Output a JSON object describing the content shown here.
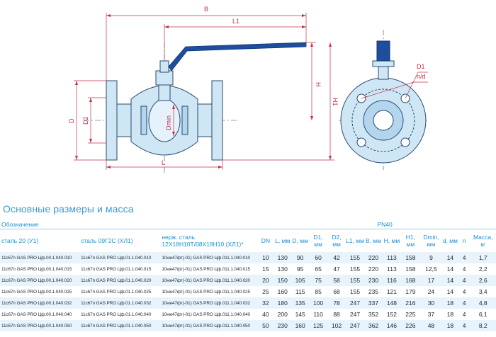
{
  "drawing": {
    "labels": {
      "B": "B",
      "L1": "L1",
      "H": "H",
      "H1": "H1",
      "D": "D",
      "D2": "D2",
      "Dmin": "Dmin",
      "L": "L",
      "D1": "D1",
      "nd": "n/d"
    },
    "colors": {
      "body": "#cfe6f5",
      "outline": "#2a4a70",
      "dimension": "#c2324a",
      "handle": "#1d4f9e"
    }
  },
  "heading": "Основные размеры и масса",
  "table": {
    "designation_label": "Обозначение",
    "pressure_label": "PN40",
    "col_headers": [
      "сталь 20 (У1)",
      "сталь 09Г2С (ХЛ1)",
      "нерж. сталь 12Х18Н10Т/08Х18Н10 (ХЛ1)*",
      "DN",
      "L, мм",
      "D, мм",
      "D1, мм",
      "D2, мм",
      "L1, мм",
      "B, мм",
      "H, мм",
      "H1, мм",
      "Dmin, мм",
      "d, мм",
      "n",
      "Масса, кг"
    ],
    "rows": [
      [
        "11с67п GAS PRO Цф.00.1.040.010",
        "11с67п GAS PRO Цф.01.1.040.010",
        "10нж47фт(-01) GAS PRO Цф.011.1.040.010",
        "10",
        "130",
        "90",
        "60",
        "42",
        "155",
        "220",
        "113",
        "158",
        "9",
        "14",
        "4",
        "1,7"
      ],
      [
        "11с67п GAS PRO Цф.00.1.040.015",
        "11с67п GAS PRO Цф.01.1.040.015",
        "10нж47фт(-01) GAS PRO Цф.011.1.040.015",
        "15",
        "130",
        "95",
        "65",
        "47",
        "155",
        "220",
        "113",
        "158",
        "12,5",
        "14",
        "4",
        "2,2"
      ],
      [
        "11с67п GAS PRO Цф.00.1.040.020",
        "11с67п GAS PRO Цф.01.1.040.020",
        "10нж47фт(-01) GAS PRO Цф.011.1.040.020",
        "20",
        "150",
        "105",
        "75",
        "58",
        "155",
        "230",
        "116",
        "168",
        "17",
        "14",
        "4",
        "2,6"
      ],
      [
        "11с67п GAS PRO Цф.00.1.040.025",
        "11с67п GAS PRO Цф.01.1.040.025",
        "10нж47фт(-01) GAS PRO Цф.011.1.040.025",
        "25",
        "160",
        "115",
        "85",
        "68",
        "155",
        "235",
        "121",
        "179",
        "24",
        "14",
        "4",
        "3,4"
      ],
      [
        "11с67п GAS PRO Цф.00.1.040.032",
        "11с67п GAS PRO Цф.01.1.040.032",
        "10нж47фт(-01) GAS PRO Цф.011.1.040.032",
        "32",
        "180",
        "135",
        "100",
        "78",
        "247",
        "337",
        "148",
        "216",
        "30",
        "18",
        "4",
        "4,8"
      ],
      [
        "11с67п GAS PRO Цф.00.1.040.040",
        "11с67п GAS PRO Цф.01.1.040.040",
        "10нж47фт(-01) GAS PRO Цф.011.1.040.040",
        "40",
        "200",
        "145",
        "110",
        "88",
        "247",
        "352",
        "152",
        "225",
        "37",
        "18",
        "4",
        "6,1"
      ],
      [
        "11с67п GAS PRO Цф.00.1.040.050",
        "11с67п GAS PRO Цф.01.1.040.050",
        "10нж47фт(-01) GAS PRO Цф.011.1.040.050",
        "50",
        "230",
        "160",
        "125",
        "102",
        "247",
        "362",
        "146",
        "226",
        "48",
        "18",
        "4",
        "8,2"
      ]
    ]
  }
}
